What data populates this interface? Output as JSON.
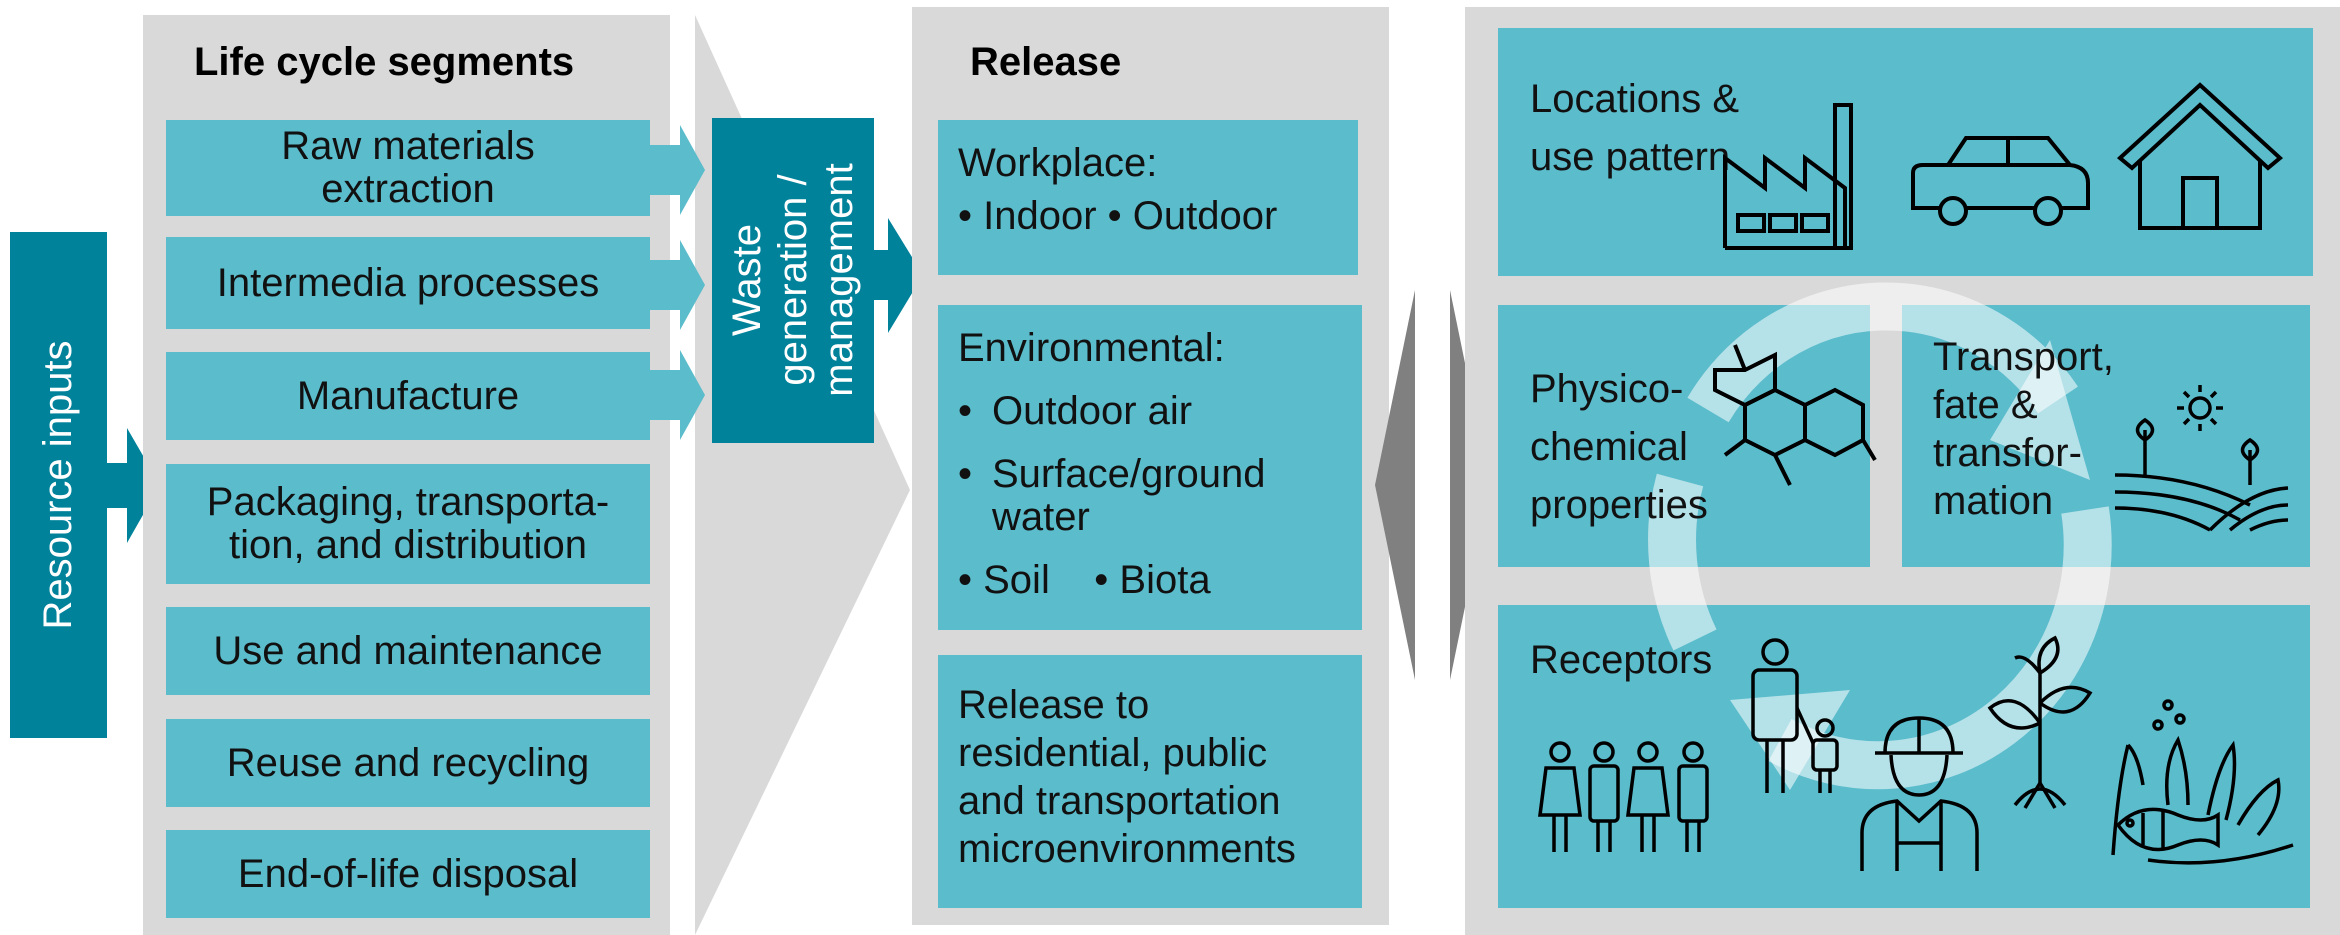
{
  "resource_inputs": "Resource inputs",
  "lifecycle": {
    "header": "Life cycle segments",
    "segments": [
      "Raw materials extraction",
      "Intermedia processes",
      "Manufacture",
      "Packaging, transporta-tion, and distribution",
      "Use and maintenance",
      "Reuse and recycling",
      "End-of-life disposal"
    ]
  },
  "waste": "Waste generation / management",
  "release": {
    "header": "Release",
    "workplace": {
      "title": "Workplace:",
      "items": [
        "Indoor",
        "Outdoor"
      ]
    },
    "environmental": {
      "title": "Environmental:",
      "items": [
        "Outdoor air",
        "Surface/ground water",
        "Soil",
        "Biota"
      ]
    },
    "residential": "Release to residential, public and transportation microenvironments"
  },
  "right": {
    "locations": "Locations & use pattern",
    "physico": "Physico-chemical properties",
    "transport": "Transport, fate & transfor-mation",
    "receptors": "Receptors"
  },
  "icons": [
    "factory-icon",
    "car-icon",
    "house-icon",
    "molecule-icon",
    "sun-field-icon",
    "family-icon",
    "parent-child-icon",
    "worker-icon",
    "plant-icon",
    "coral-fish-icon",
    "cycle-arrow-icon"
  ],
  "colors": {
    "teal": "#5bbccc",
    "dark_teal": "#00829b",
    "panel_gray": "#d9d9d9",
    "arrow_gray": "#808080"
  }
}
